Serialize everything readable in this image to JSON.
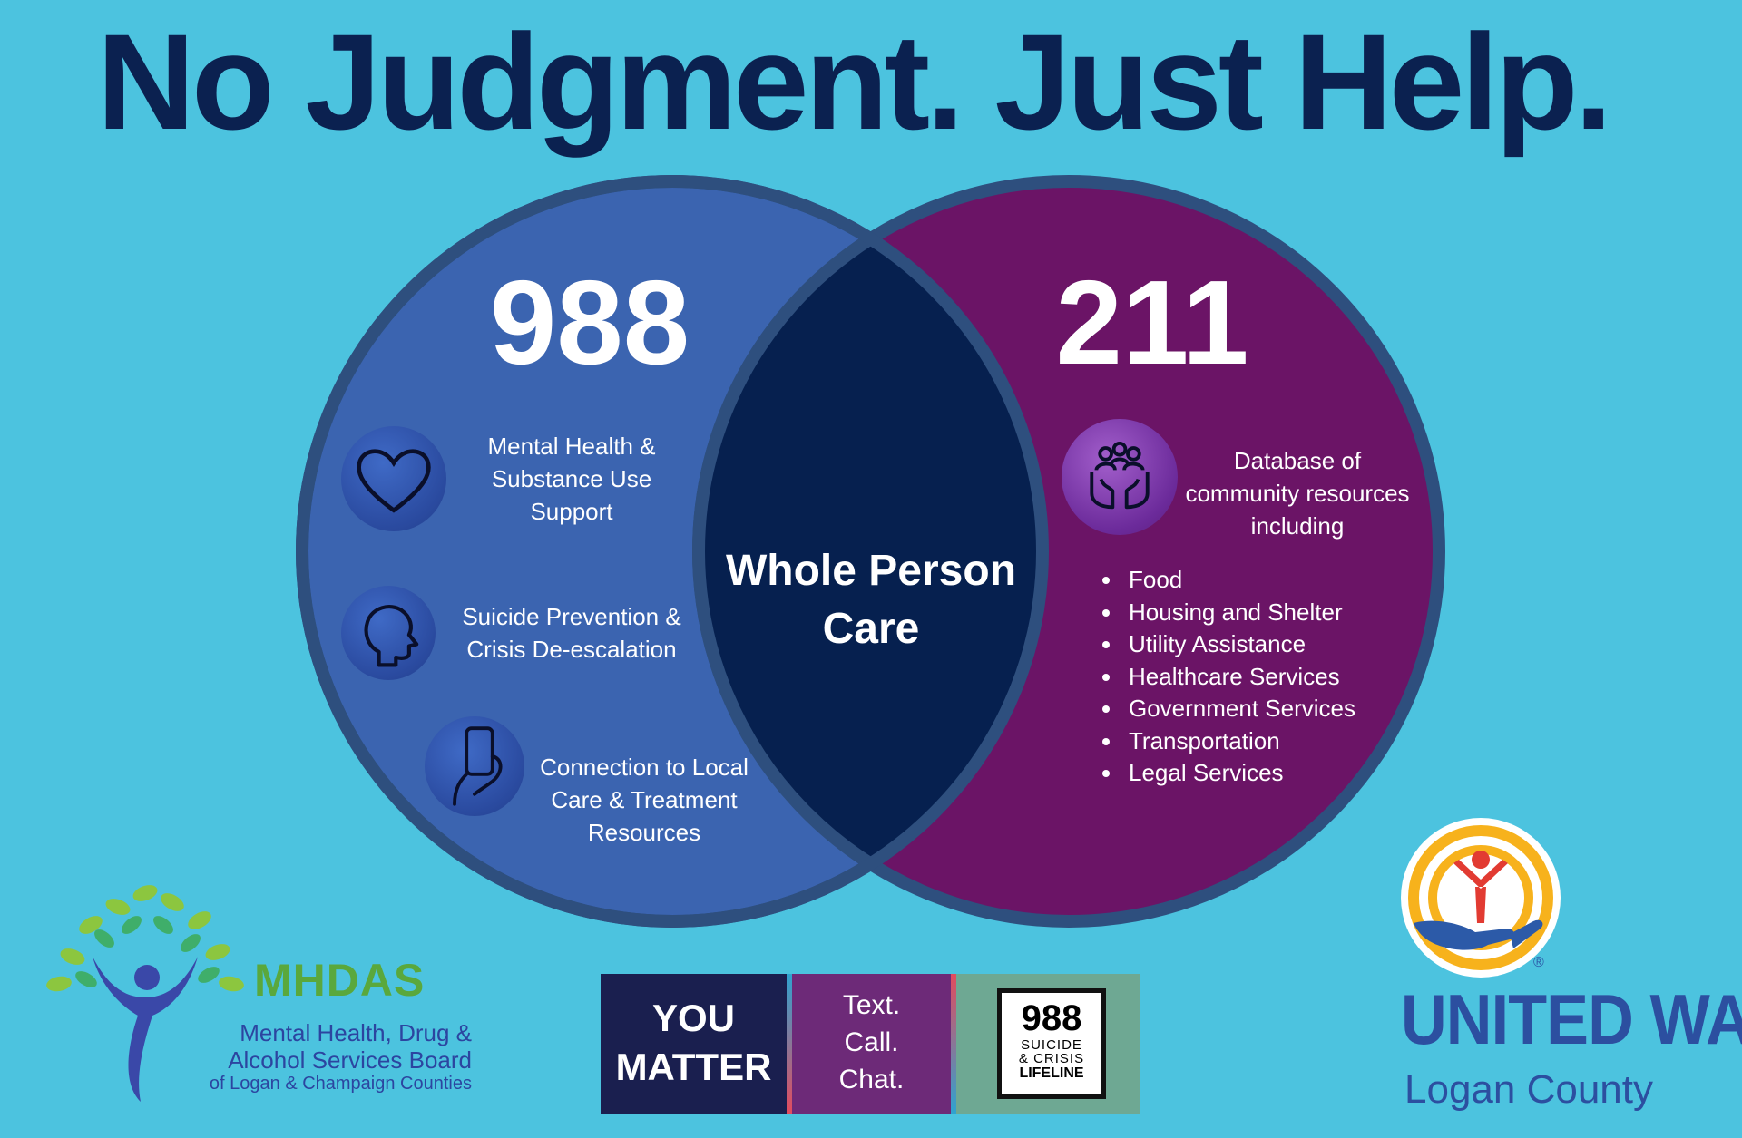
{
  "title": "No Judgment. Just Help.",
  "left_circle": {
    "number": "988",
    "items": [
      {
        "icon": "heart-icon",
        "text_lines": [
          "Mental Health &",
          "Substance Use",
          "Support"
        ]
      },
      {
        "icon": "head-icon",
        "text_lines": [
          "Suicide Prevention &",
          "Crisis De-escalation"
        ]
      },
      {
        "icon": "phone-hand-icon",
        "text_lines": [
          "Connection to Local",
          "Care & Treatment",
          "Resources"
        ]
      }
    ]
  },
  "center": {
    "line1": "Whole Person",
    "line2": "Care"
  },
  "right_circle": {
    "number": "211",
    "icon": "people-hands-icon",
    "intro_lines": [
      "Database of",
      "community resources",
      "including"
    ],
    "resources": [
      "Food",
      "Housing and Shelter",
      "Utility Assistance",
      "Healthcare Services",
      "Government Services",
      "Transportation",
      "Legal Services"
    ]
  },
  "logos": {
    "mhdas": {
      "acronym": "MHDAS",
      "line1": "Mental Health, Drug &",
      "line2": "Alcohol Services Board",
      "line3": "of Logan & Champaign Counties"
    },
    "lifeline_banner": {
      "you": "YOU",
      "matter": "MATTER",
      "text": "Text.",
      "call": "Call.",
      "chat": "Chat.",
      "number": "988",
      "sub1": "SUICIDE",
      "sub2": "& CRISIS",
      "sub3": "LIFELINE"
    },
    "united_way": {
      "name": "UNITED WAY",
      "county": "Logan County",
      "registered": "®"
    }
  },
  "colors": {
    "background": "#4cc3df",
    "left_circle": "#3b64b0",
    "right_circle": "#6b1466",
    "intersection": "#06204f",
    "title": "#0b2150"
  }
}
